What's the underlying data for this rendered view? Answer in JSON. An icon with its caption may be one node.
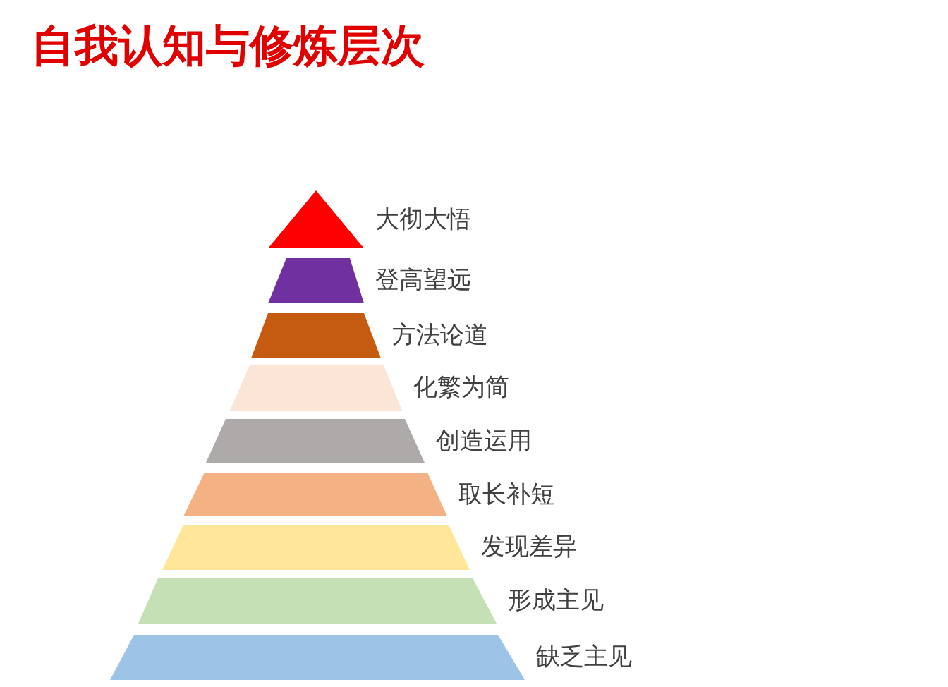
{
  "diagram": {
    "title": "自我认知与修炼层次",
    "nodes": [
      {
        "text": [],
        "shape": "triangle",
        "beside": [
          "大彻大悟"
        ]
      },
      {
        "text": [],
        "shape": "trapezoid",
        "beside": [
          "登高望远"
        ]
      },
      {
        "text": [],
        "shape": "trapezoid",
        "beside": [
          "方法论道"
        ]
      },
      {
        "text": [],
        "shape": "trapezoid",
        "beside": [
          "化繁为简"
        ]
      },
      {
        "text": [],
        "shape": "trapezoid",
        "beside": [
          "创造运用"
        ]
      },
      {
        "text": [],
        "shape": "trapezoid",
        "beside": [
          "取长补短"
        ]
      },
      {
        "text": [],
        "shape": "trapezoid",
        "beside": [
          "发现差异"
        ]
      },
      {
        "text": [],
        "shape": "trapezoid",
        "beside": [
          "形成主见"
        ]
      },
      {
        "text": [],
        "shape": "trapezoid",
        "beside": [
          "缺乏主见"
        ]
      }
    ],
    "edges": []
  }
}
